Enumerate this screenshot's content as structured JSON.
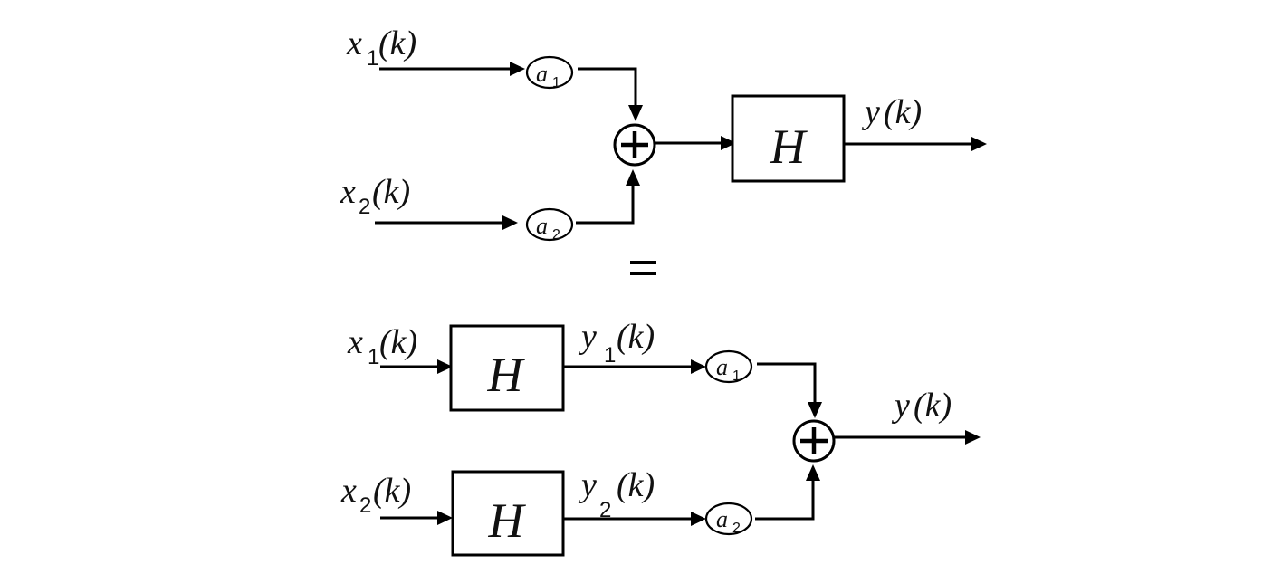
{
  "diagram": {
    "title": "Linearity (superposition) property of system H",
    "equals_sign": "=",
    "top": {
      "inputs": [
        {
          "var": "x",
          "sub": "1",
          "arg": "(k)"
        },
        {
          "var": "x",
          "sub": "2",
          "arg": "(k)"
        }
      ],
      "gains": [
        {
          "var": "a",
          "sub": "1"
        },
        {
          "var": "a",
          "sub": "2"
        }
      ],
      "summer": "+",
      "system": "H",
      "output": {
        "var": "y",
        "arg": "(k)"
      }
    },
    "bottom": {
      "inputs": [
        {
          "var": "x",
          "sub": "1",
          "arg": "(k)"
        },
        {
          "var": "x",
          "sub": "2",
          "arg": "(k)"
        }
      ],
      "systems": [
        "H",
        "H"
      ],
      "intermediate": [
        {
          "var": "y",
          "sub": "1",
          "arg": "(k)"
        },
        {
          "var": "y",
          "sub": "2",
          "arg": "(k)"
        }
      ],
      "gains": [
        {
          "var": "a",
          "sub": "1"
        },
        {
          "var": "a",
          "sub": "2"
        }
      ],
      "summer": "+",
      "output": {
        "var": "y",
        "arg": "(k)"
      }
    }
  }
}
